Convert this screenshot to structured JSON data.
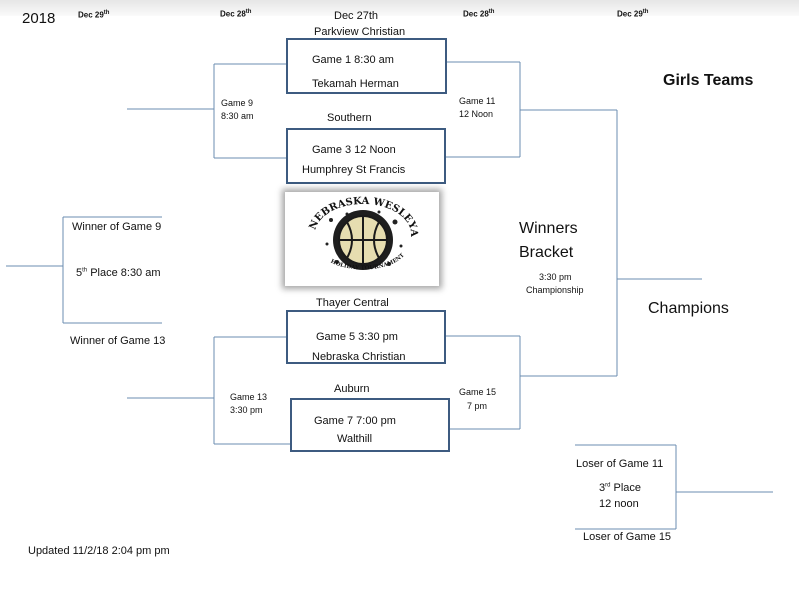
{
  "header": {
    "year": "2018",
    "col1_month": "Dec 29",
    "col1_sup": "th",
    "col2_month": "Dec 28",
    "col2_sup": "th",
    "center_date": "Dec 27th",
    "col4_month": "Dec 28",
    "col4_sup": "th",
    "col5_month": "Dec 29",
    "col5_sup": "th"
  },
  "bracket_title": "Girls Teams",
  "first_round": {
    "team_1": "Parkview Christian",
    "game_1": "Game 1   8:30 am",
    "team_2": "Tekamah Herman",
    "team_3": "Southern",
    "game_3": "Game 3  12 Noon",
    "team_4": "Humphrey St Francis",
    "team_5": "Thayer Central",
    "game_5": "Game 5     3:30 pm",
    "team_6": "Nebraska Christian",
    "team_7": "Auburn",
    "game_7": "Game 7    7:00 pm",
    "team_8": "Walthill"
  },
  "consolation": {
    "game_9": "Game 9",
    "game_9_time": "8:30 am",
    "game_13": "Game 13",
    "game_13_time": "3:30 pm",
    "winner_9": "Winner of Game 9",
    "fifth_place_prefix": "5",
    "fifth_place_sup": "th",
    "fifth_place_rest": " Place      8:30 am",
    "winner_13": "Winner of Game 13"
  },
  "winners_bracket": {
    "game_11": "Game 11",
    "game_11_time": "12 Noon",
    "game_15": "Game  15",
    "game_15_time": "7 pm",
    "title_line1": "Winners",
    "title_line2": "Bracket",
    "championship_time": "3:30 pm",
    "championship_label": "Championship",
    "champions": "Champions"
  },
  "third_place": {
    "loser_11": "Loser of Game 11",
    "place_prefix": "3",
    "place_sup": "rd",
    "place_rest": " Place",
    "time": "12 noon",
    "loser_15": "Loser of Game 15"
  },
  "logo": {
    "top_text": "NEBRASKA WESLEYAN",
    "bottom_text": "HOLIDAY TOURNAMENT"
  },
  "footer": {
    "updated": "Updated 11/2/18  2:04 pm pm"
  },
  "colors": {
    "line": "#6b8cb0",
    "box_border": "#3d5b80",
    "ball": "#e6ddb0"
  }
}
